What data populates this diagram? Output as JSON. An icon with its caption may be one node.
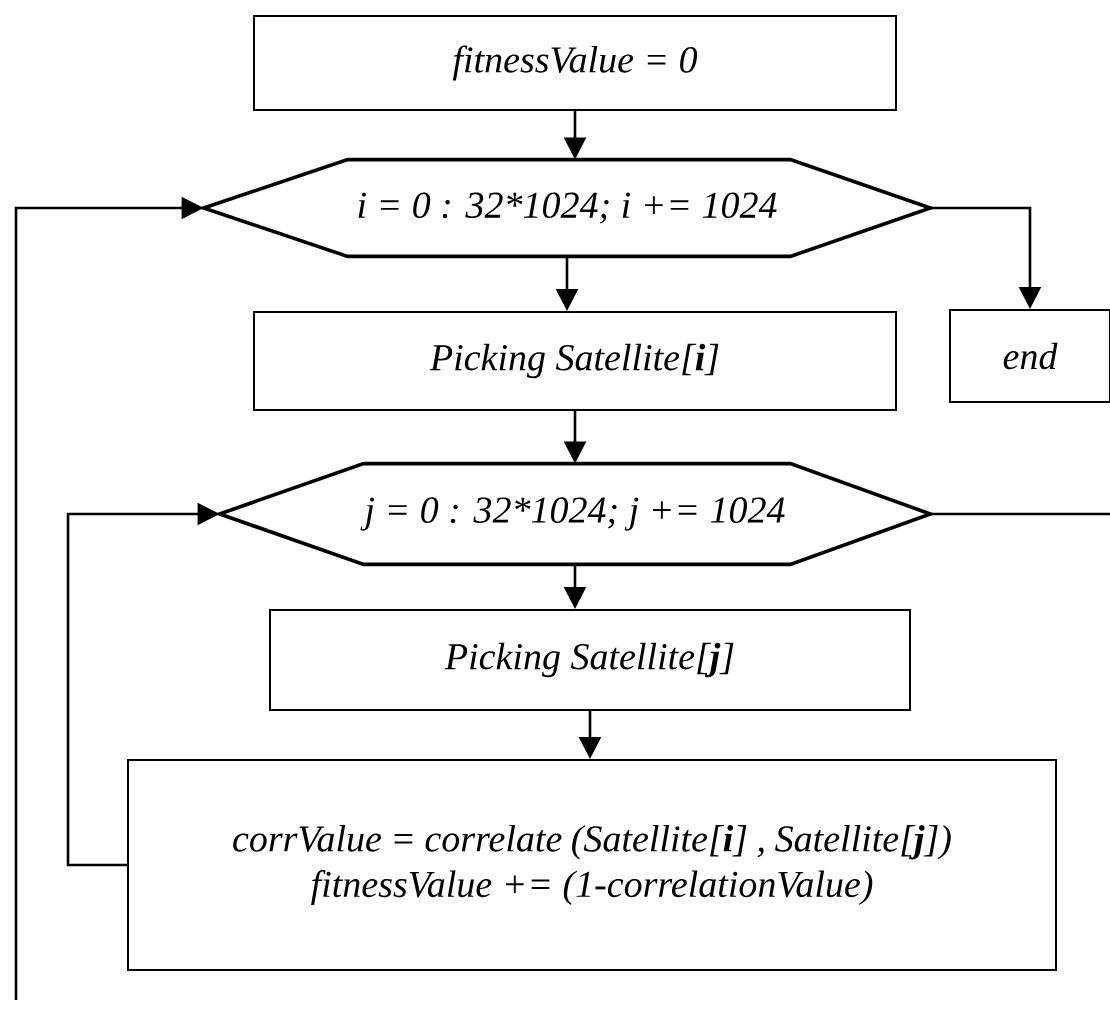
{
  "diagram": {
    "nodes": [
      {
        "text": [
          "fitnessValue = 0"
        ]
      },
      {
        "text": [
          "i = 0 : 32*1024; i += 1024"
        ]
      },
      {
        "text": [
          "Picking Satellite[**i**]"
        ]
      },
      {
        "text": [
          "end"
        ]
      },
      {
        "text": [
          "j = 0 : 32*1024; j += 1024"
        ]
      },
      {
        "text": [
          "Picking Satellite[**j**]"
        ]
      },
      {
        "text": [
          "corrValue = correlate (Satellite[**i**] , Satellite[**j**])",
          "fitnessValue += (1-correlationValue)"
        ]
      }
    ],
    "edges": [
      {
        "from": 0,
        "to": 1,
        "arrow": "to"
      },
      {
        "from": 1,
        "to": 2,
        "arrow": "to"
      },
      {
        "from": 1,
        "to": 3,
        "arrow": "to"
      },
      {
        "from": 2,
        "to": 4,
        "arrow": "to"
      },
      {
        "from": 4,
        "to": 5,
        "arrow": "to"
      },
      {
        "from": 5,
        "to": 6,
        "arrow": "to"
      },
      {
        "from": 6,
        "to": 4,
        "arrow": "to"
      },
      {
        "from": 4,
        "to": null,
        "arrow": "none"
      },
      {
        "from": null,
        "to": 1,
        "arrow": "to"
      }
    ]
  }
}
